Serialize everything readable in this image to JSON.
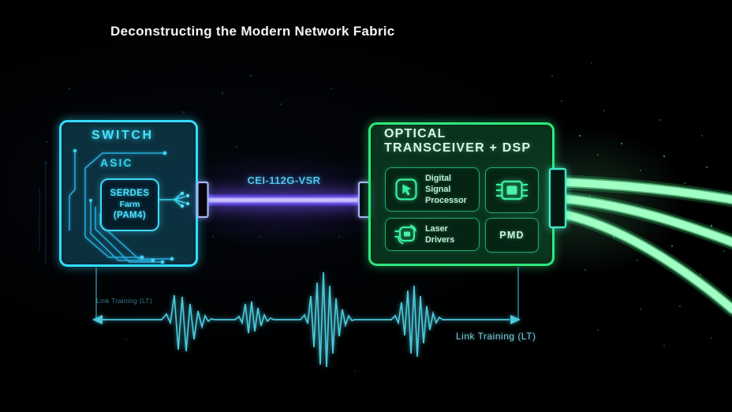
{
  "title": "Deconstructing the Modern Network Fabric",
  "colors": {
    "background": "#000000",
    "cyan_accent": "#35dcff",
    "green_accent": "#2fe87c",
    "purple_link": "#8f7cf2",
    "waveform": "#4cc9db",
    "fiber": "#9dffc4"
  },
  "switch_block": {
    "title": "SWITCH",
    "asic_label": "ASIC",
    "serdes_lines": [
      "SERDES",
      "Farm",
      "(PAM4)"
    ]
  },
  "link": {
    "label": "CEI-112G-VSR"
  },
  "transceiver_block": {
    "title_lines": [
      "OPTICAL",
      "TRANSCEIVER + DSP"
    ],
    "dsp": {
      "label_lines": [
        "Digital Signal",
        "Processor"
      ],
      "icon": "dsp-processor-icon"
    },
    "chip": {
      "icon": "chip-icon"
    },
    "laser": {
      "label": "Laser Drivers",
      "icon": "laser-driver-icon"
    },
    "pmd": {
      "label": "PMD"
    }
  },
  "link_training": {
    "left_label": "Link Training (LT)",
    "right_label": "Link Training (LT)"
  }
}
